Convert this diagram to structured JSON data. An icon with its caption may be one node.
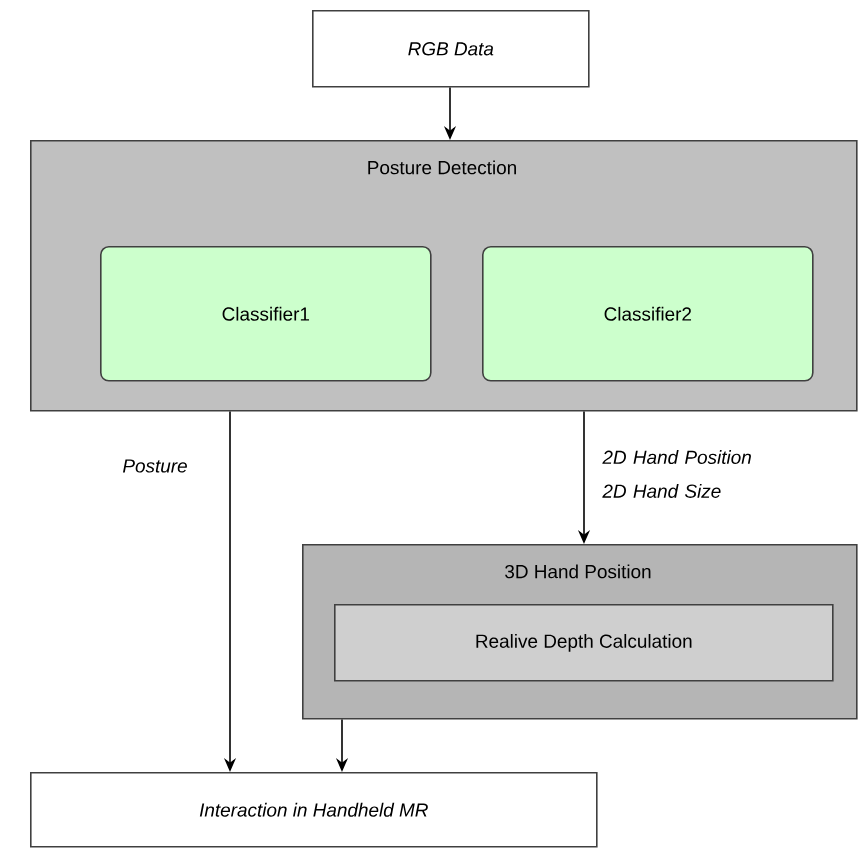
{
  "diagram": {
    "nodes": [
      {
        "text": [
          "RGB Data"
        ]
      },
      {
        "text": [
          "Posture Detection"
        ]
      },
      {
        "text": [
          "Classifier1"
        ],
        "in": 1
      },
      {
        "text": [
          "Classifier2"
        ],
        "in": 1
      },
      {
        "text": [
          "3D Hand Position"
        ]
      },
      {
        "text": [
          "Realive Depth Calculation"
        ],
        "in": 4
      },
      {
        "text": [
          "Interaction in Handheld MR"
        ]
      }
    ],
    "edges": [
      {
        "from": 0,
        "to": 1,
        "arrow": "to"
      },
      {
        "from": 1,
        "to": 6,
        "arrow": "to",
        "label": "Posture"
      },
      {
        "from": 1,
        "to": 4,
        "arrow": "to",
        "label": "2D Hand Position 2D Hand Size"
      },
      {
        "from": 4,
        "to": 6,
        "arrow": "to"
      }
    ]
  }
}
